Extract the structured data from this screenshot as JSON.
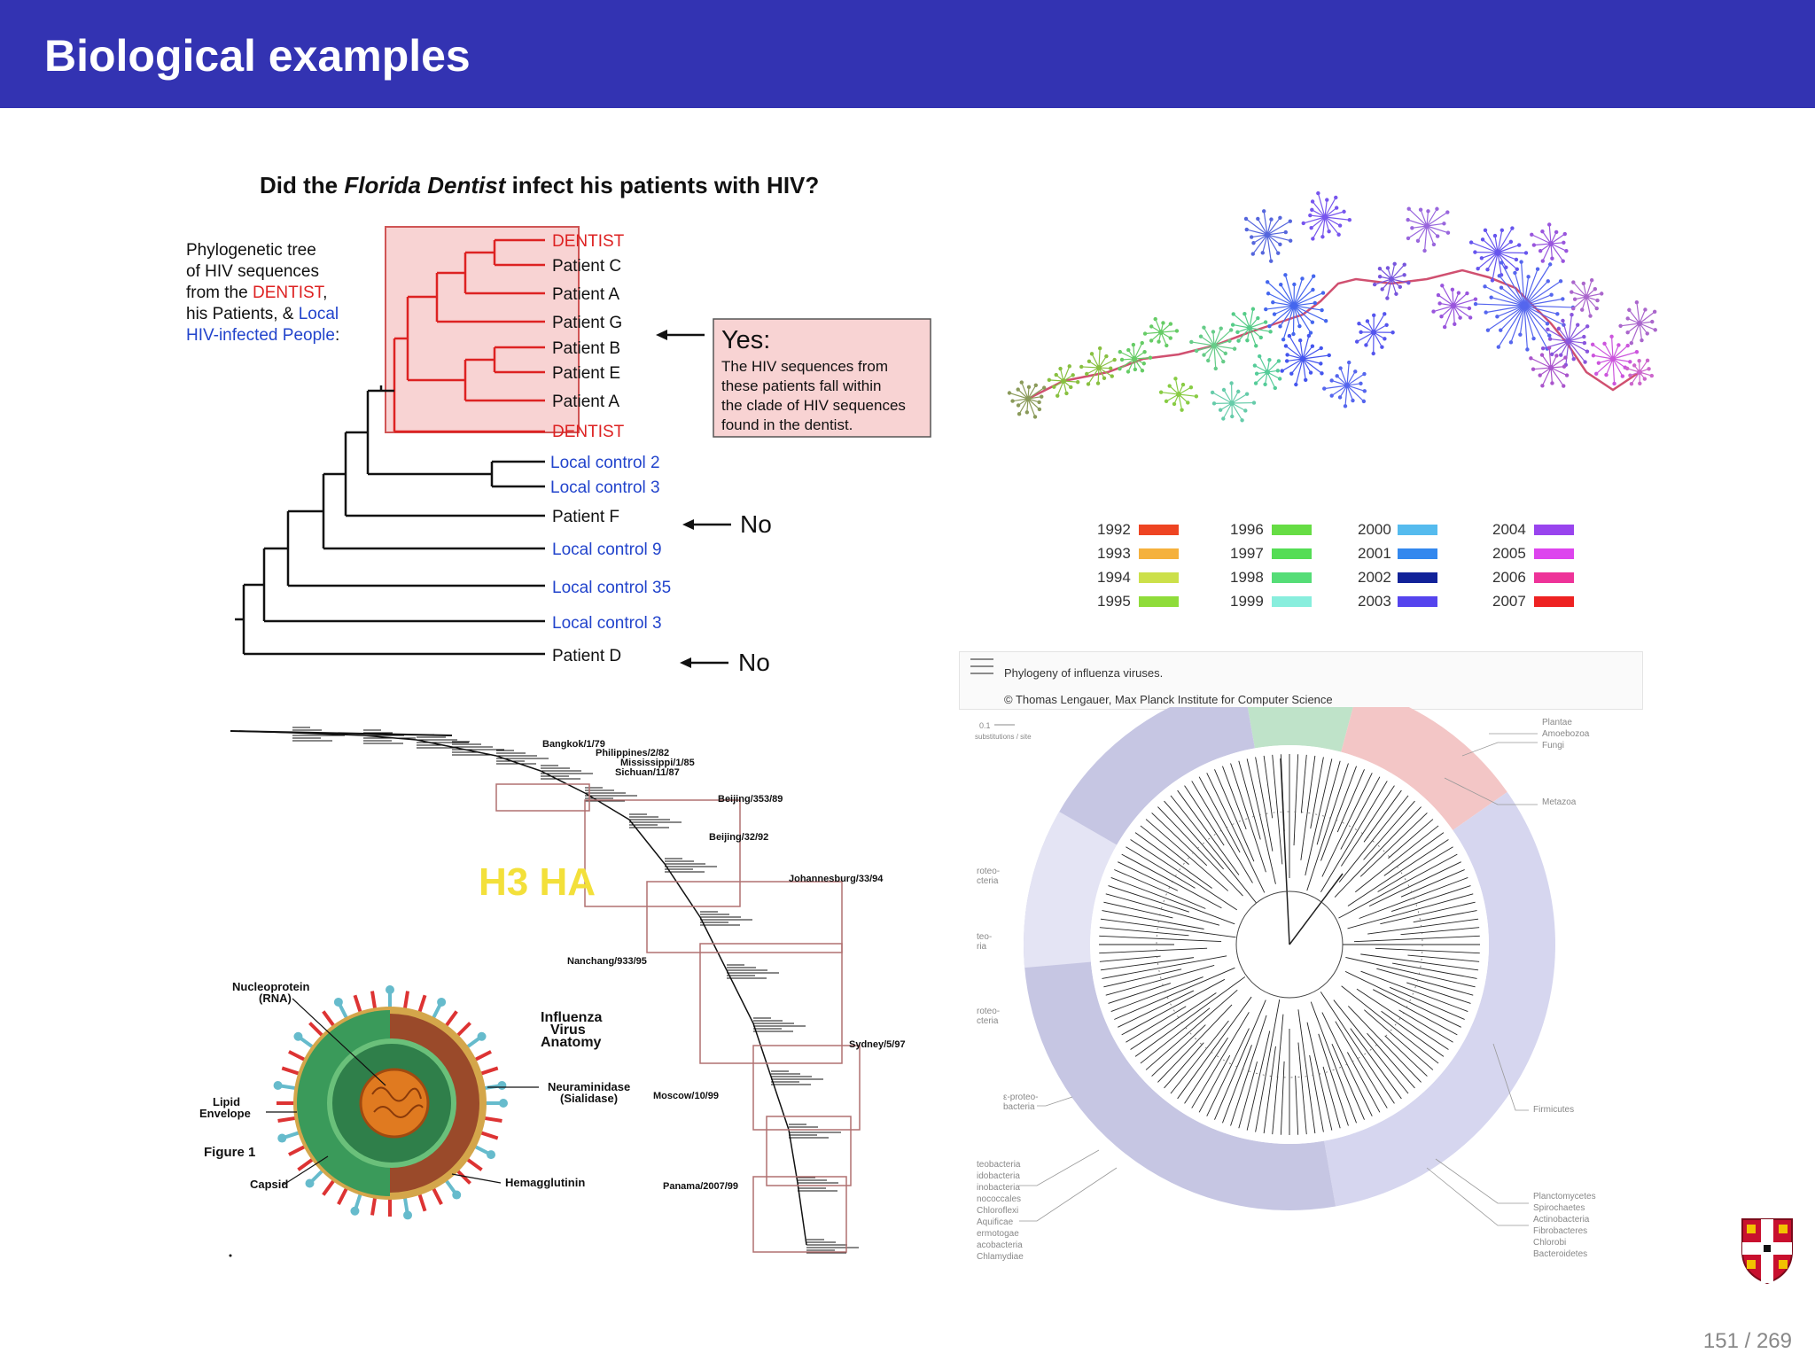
{
  "slide": {
    "title": "Biological examples",
    "page": "151 / 269",
    "header_color": "#3333b2"
  },
  "hiv_figure": {
    "title_pre": "Did the ",
    "title_em": "Florida Dentist",
    "title_post": " infect his patients with HIV?",
    "caption_lines": [
      "Phylogenetic  tree",
      "of HIV sequences",
      "from the ",
      "DENTIST",
      ",",
      "his Patients, & ",
      "Local",
      "HIV-infected People",
      ":"
    ],
    "leaves": [
      {
        "label": "DENTIST",
        "color": "#dd2222"
      },
      {
        "label": "Patient C",
        "color": "#111111"
      },
      {
        "label": "Patient A",
        "color": "#111111"
      },
      {
        "label": "Patient G",
        "color": "#111111"
      },
      {
        "label": "Patient B",
        "color": "#111111"
      },
      {
        "label": "Patient E",
        "color": "#111111"
      },
      {
        "label": "Patient A",
        "color": "#111111"
      },
      {
        "label": "DENTIST",
        "color": "#dd2222"
      },
      {
        "label": "Local control 2",
        "color": "#2244cc"
      },
      {
        "label": "Local control 3",
        "color": "#2244cc"
      },
      {
        "label": "Patient F",
        "color": "#111111"
      },
      {
        "label": "Local control 9",
        "color": "#2244cc"
      },
      {
        "label": "Local control 35",
        "color": "#2244cc"
      },
      {
        "label": "Local control 3",
        "color": "#2244cc"
      },
      {
        "label": "Patient D",
        "color": "#111111"
      }
    ],
    "yes_heading": "Yes:",
    "yes_lines": [
      "The HIV sequences from",
      "these patients fall within",
      "the clade of HIV sequences",
      "found in the dentist."
    ],
    "no_label": "No"
  },
  "influenza_tree": {
    "years": [
      {
        "year": "1992",
        "color": "#ee4422"
      },
      {
        "year": "1993",
        "color": "#f5b13d"
      },
      {
        "year": "1994",
        "color": "#cce04a"
      },
      {
        "year": "1995",
        "color": "#8fdc3a"
      },
      {
        "year": "1996",
        "color": "#66dd44"
      },
      {
        "year": "1997",
        "color": "#55dd55"
      },
      {
        "year": "1998",
        "color": "#55dd77"
      },
      {
        "year": "1999",
        "color": "#88eedd"
      },
      {
        "year": "2000",
        "color": "#55bbee"
      },
      {
        "year": "2001",
        "color": "#3388ee"
      },
      {
        "year": "2002",
        "color": "#112299"
      },
      {
        "year": "2003",
        "color": "#5544ee"
      },
      {
        "year": "2004",
        "color": "#9944ee"
      },
      {
        "year": "2005",
        "color": "#dd44ee"
      },
      {
        "year": "2006",
        "color": "#ee3399"
      },
      {
        "year": "2007",
        "color": "#ee2222"
      }
    ],
    "caption": "Phylogeny of influenza viruses.",
    "credit": "© Thomas Lengauer, Max Planck Institute for Computer Science"
  },
  "h3ha": {
    "label": "H3 HA",
    "strains": [
      "Bangkok/1/79",
      "Philippines/2/82",
      "Mississippi/1/85",
      "Sichuan/11/87",
      "Beijing/353/89",
      "Beijing/32/92",
      "Johannesburg/33/94",
      "Nanchang/933/95",
      "Sydney/5/97",
      "Moscow/10/99",
      "Panama/2007/99"
    ],
    "anatomy_title": [
      "Influenza",
      "Virus",
      "Anatomy"
    ],
    "parts": [
      "Nucleoprotein",
      "(RNA)",
      "Lipid",
      "Envelope",
      "Figure 1",
      "Capsid",
      "Neuraminidase",
      "(Sialidase)",
      "Hemagglutinin"
    ]
  },
  "tree_of_life": {
    "left_labels": [
      "roteo-",
      "cteria",
      "teo-",
      "ria",
      "roteo-",
      "cteria",
      "ε-proteo-",
      "bacteria",
      "teobacteria",
      "idobacteria",
      "inobacteria",
      "nococcales",
      "Chloroflexi",
      "Aquificae",
      "ermotogae",
      "acobacteria",
      "Chlamydiae"
    ],
    "right_labels": [
      "Plantae",
      "Amoebozoa",
      "Fungi",
      "Metazoa",
      "Firmicutes",
      "Planctomycetes",
      "Spirochaetes",
      "Actinobacteria",
      "Fibrobacteres",
      "Chlorobi",
      "Bacteroidetes"
    ],
    "scale": "0.1",
    "scale_unit": "substitutions / site"
  }
}
